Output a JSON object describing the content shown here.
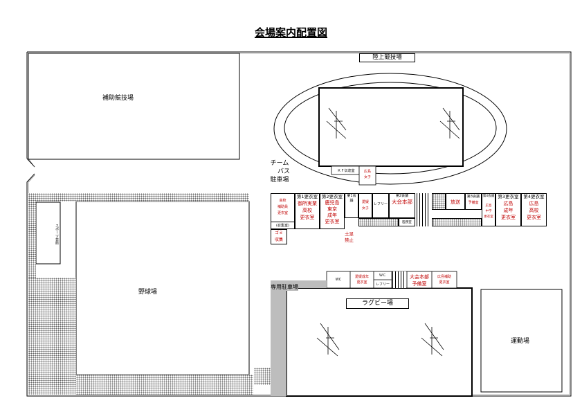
{
  "title": "会場案内配置図",
  "areas": {
    "stadium": "陸上競技場",
    "aux_field": "補助競技場",
    "team_bus_parking": [
      "チーム",
      "バス",
      "駐車場"
    ],
    "sports_hall": "スポーツ会館",
    "baseball": "野球場",
    "rugby": "ラグビー場",
    "playground": "運動場",
    "private_parking": "専用駐車場"
  },
  "stadium_rooms": {
    "kansei": "ＫＦ伝達室",
    "hiroshima_women": [
      "広島",
      "女子"
    ]
  },
  "rooms_left": {
    "koukou": [
      "高校",
      "補助員",
      "更衣室"
    ],
    "shuushuushitsu": "(召集室)",
    "gomi": [
      "ゴミ",
      "収集"
    ],
    "kouishitsu1": {
      "header": "第1更衣室",
      "lines": [
        "御所実業",
        "高校",
        "更衣室"
      ]
    },
    "kouishitsu2": {
      "header": "第2更衣室",
      "lines": [
        "鹿児島",
        "東京",
        "成年",
        "更衣室"
      ]
    },
    "kaigi1": "第1会議",
    "aimai_joshi": [
      "愛媛",
      "女子"
    ],
    "referee": "レフリー",
    "kaigi2": "第2会議",
    "taikai_honbu": "大会本部",
    "iryoushitsu": "医務室",
    "dosoku": [
      "土足",
      "禁止"
    ]
  },
  "rooms_right": {
    "housou": "放送",
    "kaigi3": {
      "header": "第3会議",
      "lines": [
        "予備室"
      ]
    },
    "kaigi4": {
      "header": "第4会議",
      "lines": [
        "広島",
        "中学",
        "更衣室"
      ]
    },
    "kouishitsu3": {
      "header": "第3更衣室",
      "lines": [
        "広島",
        "成年",
        "更衣室"
      ]
    },
    "kouishitsu4": {
      "header": "第4更衣室",
      "lines": [
        "広島",
        "高校",
        "更衣室"
      ]
    }
  },
  "rugby_rooms": {
    "wc1": "WC",
    "aimai_seinen": [
      "愛媛成年",
      "更衣室"
    ],
    "wc2": "ＷＣ",
    "referee": "レフリー",
    "taikai_honbu_yobi": [
      "大会本部",
      "予備室"
    ],
    "hiroshima_kouhou": [
      "広島補助",
      "更衣室"
    ]
  }
}
